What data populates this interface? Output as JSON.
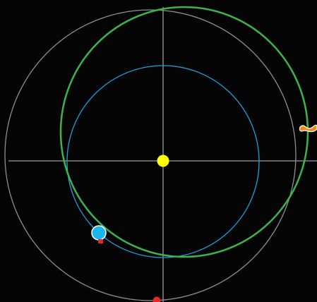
{
  "scene": {
    "background_color": "#050505",
    "axes": {
      "color": "#9a9aa0"
    },
    "sun": {
      "icon": "sun-icon",
      "color": "#ffff00"
    },
    "orbits": [
      {
        "name": "outer-reference-orbit",
        "color": "#8e8e96"
      },
      {
        "name": "inner-orbit",
        "color": "#1ea0dc"
      },
      {
        "name": "transfer-orbit",
        "color": "#3cb44b"
      }
    ],
    "bodies": [
      {
        "name": "blue-planet",
        "icon": "planet-icon",
        "color": "#18b8ee",
        "outline": "#ffffff"
      },
      {
        "name": "spacecraft-marker",
        "icon": "square-marker-icon",
        "color": "#e52828"
      },
      {
        "name": "red-planet",
        "icon": "planet-icon",
        "color": "#e52828"
      },
      {
        "name": "comet-marker",
        "icon": "comet-icon",
        "color": "#f08a1a",
        "outline": "#ffffff"
      }
    ]
  }
}
